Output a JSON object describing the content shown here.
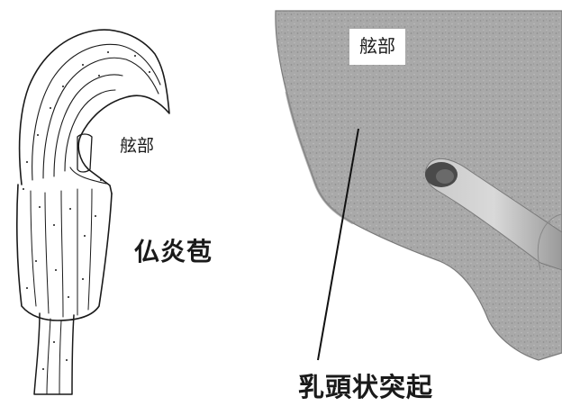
{
  "labels": {
    "left_part": "舷部",
    "spathe": "仏炎苞",
    "photo_part": "舷部",
    "papillae": "乳頭状突起"
  },
  "colors": {
    "ink": "#1a1a1a",
    "photo_base": "#a8a8a8",
    "photo_shadow": "#6e6e6e",
    "background": "#ffffff"
  }
}
